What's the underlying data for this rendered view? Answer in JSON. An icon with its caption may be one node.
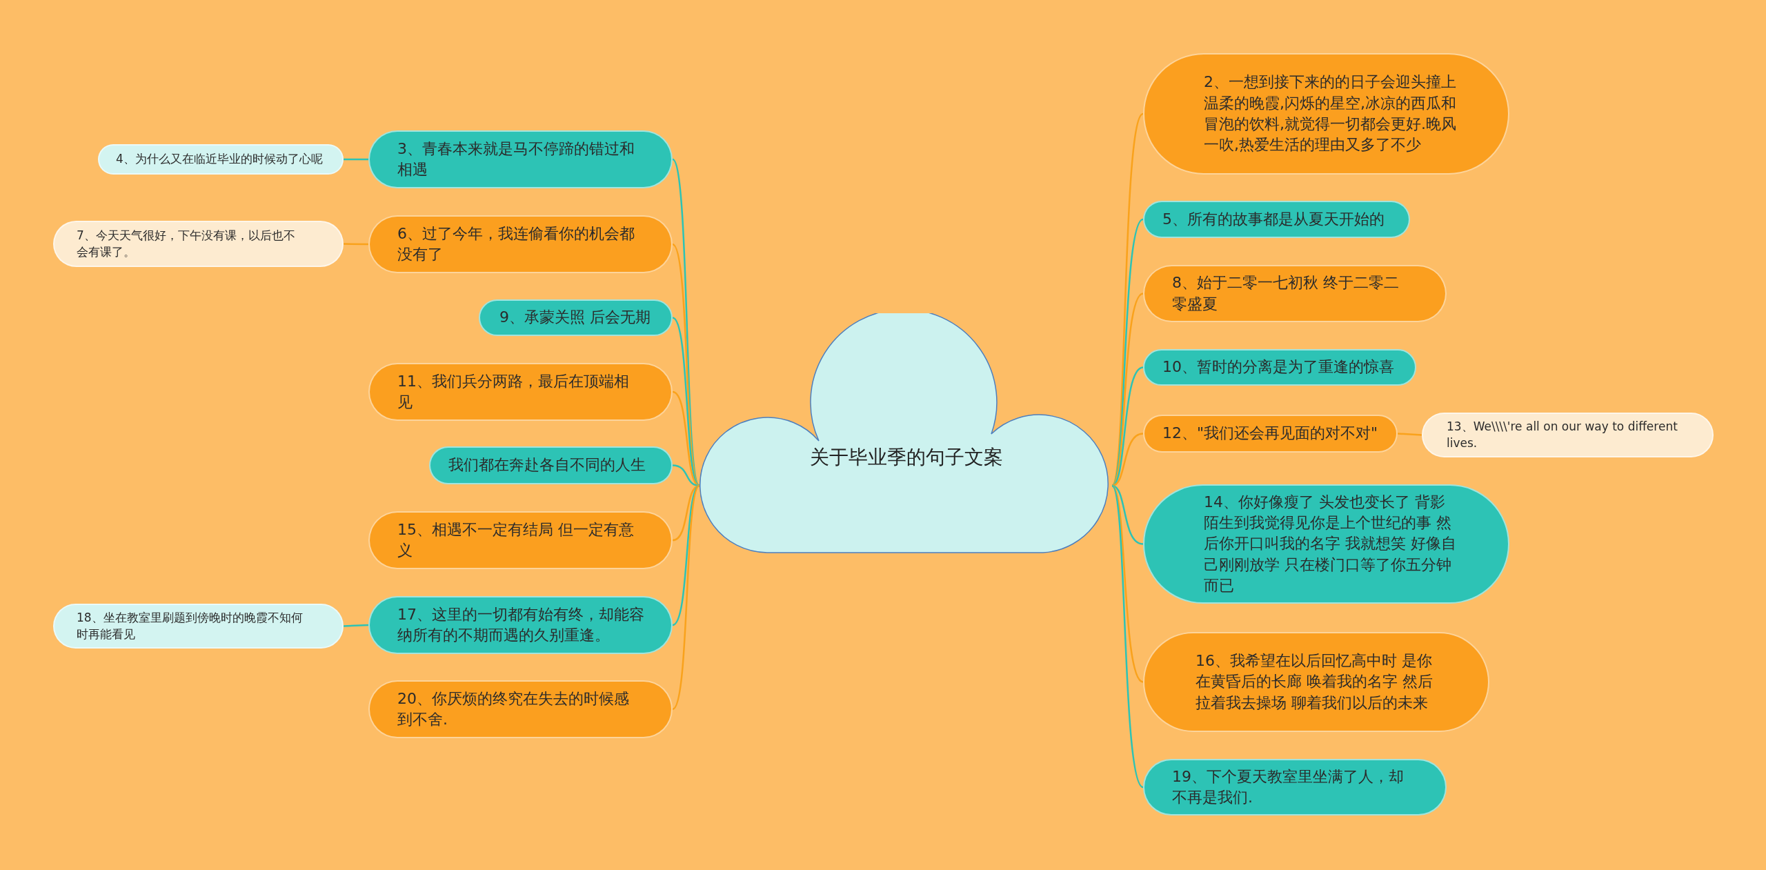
{
  "diagram": {
    "nodes": [
      {
        "text": [
          "关于毕业季的句子文案"
        ]
      },
      {
        "text": [
          "3、青春本来就是马不停蹄的错过和相遇"
        ]
      },
      {
        "text": [
          "4、为什么又在临近毕业的时候动了心呢"
        ]
      },
      {
        "text": [
          "6、过了今年，我连偷看你的机会都没有了"
        ]
      },
      {
        "text": [
          "7、今天天气很好，下午没有课，以后也不会有课了。"
        ]
      },
      {
        "text": [
          "9、承蒙关照 后会无期"
        ]
      },
      {
        "text": [
          "11、我们兵分两路，最后在顶端相见"
        ]
      },
      {
        "text": [
          "我们都在奔赴各自不同的人生"
        ]
      },
      {
        "text": [
          "15、相遇不一定有结局 但一定有意义"
        ]
      },
      {
        "text": [
          "17、这里的一切都有始有终，却能容纳所有的不期而遇的久别重逢。"
        ]
      },
      {
        "text": [
          "18、坐在教室里刷题到傍晚时的晚霞不知何时再能看见"
        ]
      },
      {
        "text": [
          "20、你厌烦的终究在失去的时候感到不舍."
        ]
      },
      {
        "text": [
          "2、一想到接下来的的日子会迎头撞上温柔的晚霞,闪烁的星空,冰凉的西瓜和冒泡的饮料,就觉得一切都会更好.晚风一吹,热爱生活的理由又多了不少"
        ]
      },
      {
        "text": [
          "5、所有的故事都是从夏天开始的"
        ]
      },
      {
        "text": [
          "8、始于二零一七初秋 终于二零二零盛夏"
        ]
      },
      {
        "text": [
          "10、暂时的分离是为了重逢的惊喜"
        ]
      },
      {
        "text": [
          "12、\"我们还会再见面的对不对\""
        ]
      },
      {
        "text": [
          "13、We\\\\\\\\'re all on our way to different lives."
        ]
      },
      {
        "text": [
          "14、你好像瘦了 头发也变长了 背影陌生到我觉得见你是上个世纪的事 然后你开口叫我的名字 我就想笑 好像自己刚刚放学 只在楼门口等了你五分钟而已"
        ]
      },
      {
        "text": [
          "16、我希望在以后回忆高中时 是你在黄昏后的长廊 唤着我的名字 然后拉着我去操场 聊着我们以后的未来"
        ]
      },
      {
        "text": [
          "19、下个夏天教室里坐满了人，却不再是我们."
        ]
      }
    ],
    "edges": [
      {
        "from": 0,
        "to": 1,
        "arrow": "none",
        "color": "#2dc3b5"
      },
      {
        "from": 1,
        "to": 2,
        "arrow": "none",
        "color": "#2dc3b5"
      },
      {
        "from": 0,
        "to": 3,
        "arrow": "none",
        "color": "#f9a21c"
      },
      {
        "from": 3,
        "to": 4,
        "arrow": "none",
        "color": "#f9a21c"
      },
      {
        "from": 0,
        "to": 5,
        "arrow": "none",
        "color": "#2dc3b5"
      },
      {
        "from": 0,
        "to": 6,
        "arrow": "none",
        "color": "#f9a21c"
      },
      {
        "from": 0,
        "to": 7,
        "arrow": "none",
        "color": "#2dc3b5"
      },
      {
        "from": 0,
        "to": 8,
        "arrow": "none",
        "color": "#f9a21c"
      },
      {
        "from": 0,
        "to": 9,
        "arrow": "none",
        "color": "#2dc3b5"
      },
      {
        "from": 9,
        "to": 10,
        "arrow": "none",
        "color": "#2dc3b5"
      },
      {
        "from": 0,
        "to": 11,
        "arrow": "none",
        "color": "#f9a21c"
      },
      {
        "from": 0,
        "to": 12,
        "arrow": "none",
        "color": "#f9a21c"
      },
      {
        "from": 0,
        "to": 13,
        "arrow": "none",
        "color": "#2dc3b5"
      },
      {
        "from": 0,
        "to": 14,
        "arrow": "none",
        "color": "#f9a21c"
      },
      {
        "from": 0,
        "to": 15,
        "arrow": "none",
        "color": "#2dc3b5"
      },
      {
        "from": 0,
        "to": 16,
        "arrow": "none",
        "color": "#f9a21c"
      },
      {
        "from": 16,
        "to": 17,
        "arrow": "none",
        "color": "#f9a21c"
      },
      {
        "from": 0,
        "to": 18,
        "arrow": "none",
        "color": "#2dc3b5"
      },
      {
        "from": 0,
        "to": 19,
        "arrow": "none",
        "color": "#f9a21c"
      },
      {
        "from": 0,
        "to": 20,
        "arrow": "none",
        "color": "#2dc3b5"
      }
    ]
  }
}
